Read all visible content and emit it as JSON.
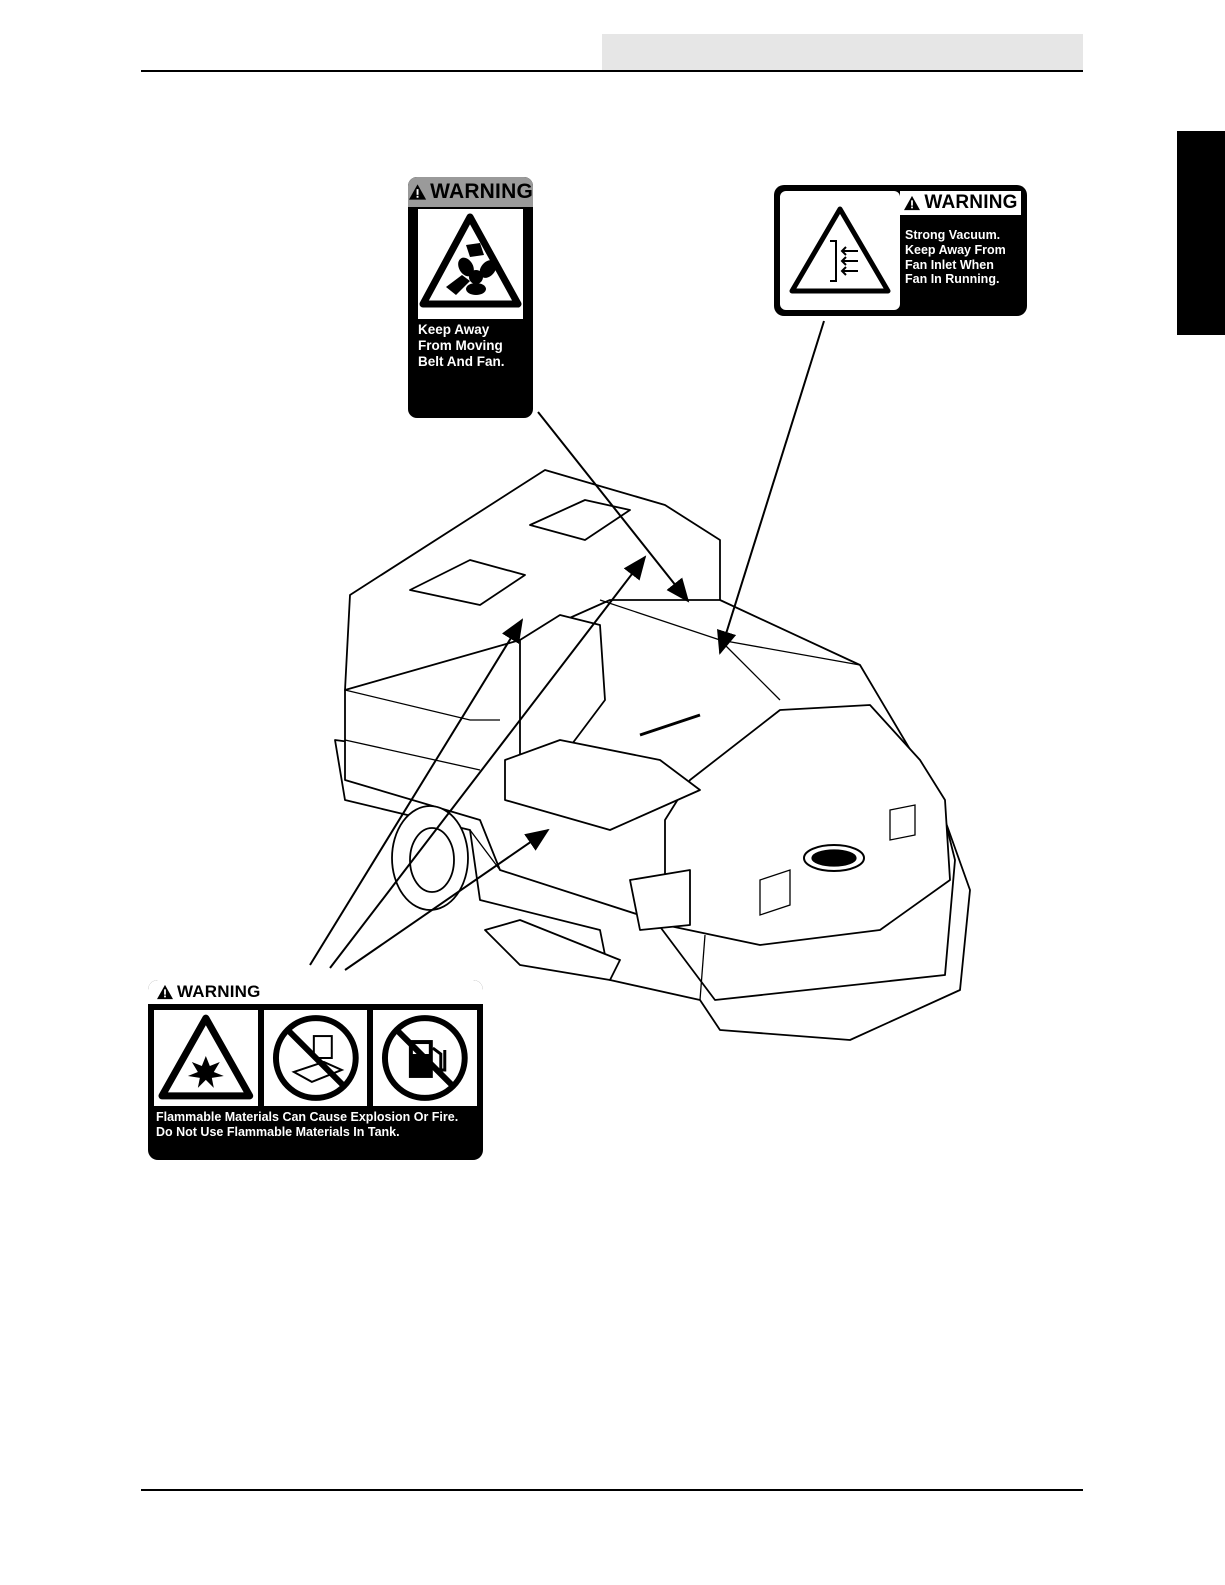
{
  "labels": {
    "belt_fan": {
      "heading": "WARNING",
      "text": "Keep Away\nFrom Moving\nBelt And Fan."
    },
    "vacuum": {
      "heading": "WARNING",
      "text": "Strong Vacuum.\nKeep Away From\nFan Inlet When\nFan In Running."
    },
    "flammable": {
      "heading": "WARNING",
      "text": "Flammable Materials Can Cause Explosion Or Fire.\nDo Not Use Flammable Materials In Tank."
    }
  },
  "icons": [
    "warning-triangle-icon",
    "hand-fan-icon",
    "vacuum-inlet-icon",
    "explosion-icon",
    "no-flammable-container-icon",
    "no-fuel-pump-icon"
  ],
  "colors": {
    "ink": "#000000",
    "label_header_gray": "#9a9a9a",
    "header_bar": "#e6e6e6"
  }
}
